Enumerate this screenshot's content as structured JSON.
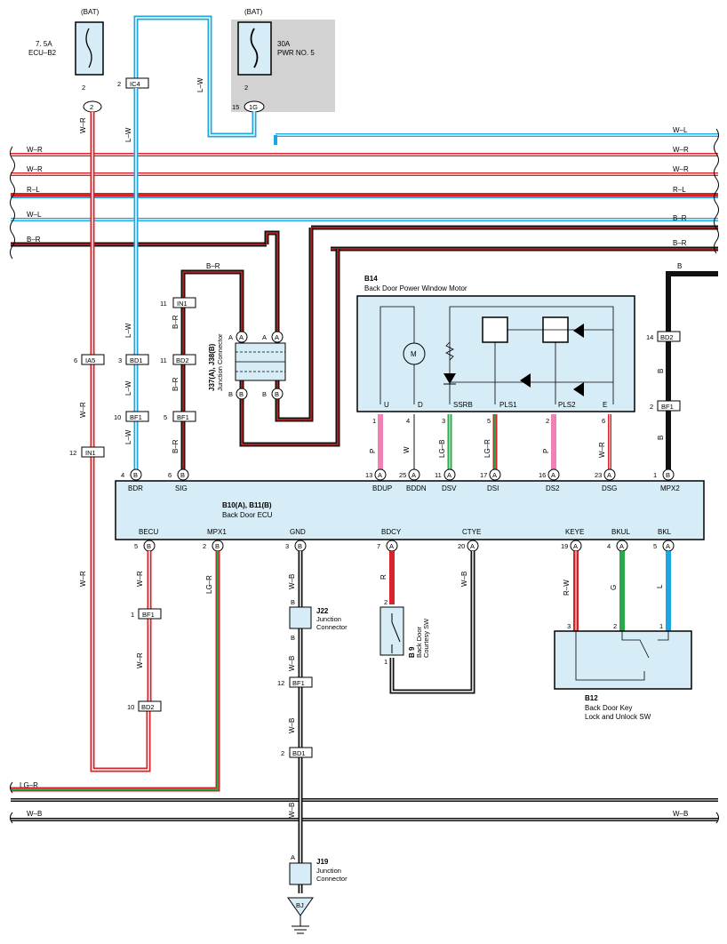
{
  "colors": {
    "red": "#d9232a",
    "blue": "#1da7e0",
    "green": "#2aa84a",
    "pink": "#ee82b4",
    "black": "#111111",
    "ecu_fill": "#d6ecf6",
    "grey_box": "#d2d2d2"
  },
  "fuses": {
    "left": {
      "source": "(BAT)",
      "rating": "7. 5A",
      "name": "ECU–B2",
      "pin": "2",
      "connector": "2"
    },
    "right": {
      "source": "(BAT)",
      "rating": "30A",
      "name": "PWR NO. 5",
      "pin": "2",
      "connector_pin": "15",
      "connector": "1G"
    }
  },
  "top_connector": {
    "pin": "2",
    "name": "IC4"
  },
  "wire_labels": {
    "lw_top": "L–W",
    "wr_left": "W–R",
    "lw_blue": "L–W",
    "wr_bus": "W–R",
    "wl_bus": "W–L"
  },
  "buses": [
    {
      "left": "",
      "right": "W–L"
    },
    {
      "left": "W–R",
      "right": "W–R"
    },
    {
      "left": "W–R",
      "right": "W–R"
    },
    {
      "left": "R–L",
      "right": "R–L"
    },
    {
      "left": "W–L",
      "right": "B–R"
    },
    {
      "left": "B–R",
      "right": "B–R"
    }
  ],
  "inline_connectors": [
    {
      "pin": "6",
      "name": "IA5"
    },
    {
      "pin": "3",
      "name": "BD1"
    },
    {
      "pin": "11",
      "name": "IN1"
    },
    {
      "pin": "11",
      "name": "BD2"
    },
    {
      "pin": "10",
      "name": "BF1"
    },
    {
      "pin": "5",
      "name": "BF1"
    },
    {
      "pin": "12",
      "name": "IN1"
    },
    {
      "pin": "14",
      "name": "BD2"
    },
    {
      "pin": "2",
      "name": "BF1"
    }
  ],
  "junction_j37": {
    "label": "J37(A), J38(B)",
    "sub": "Junction Connector",
    "a": "A",
    "b": "B",
    "wire": "B–R"
  },
  "motor": {
    "code": "B14",
    "name": "Back Door Power Window Motor",
    "terminals": [
      "U",
      "D",
      "SSRB",
      "PLS1",
      "PLS2",
      "E"
    ],
    "pins": [
      "1",
      "4",
      "3",
      "5",
      "2",
      "6"
    ],
    "wires": [
      "P",
      "W",
      "LG–B",
      "LG–R",
      "P",
      "W–R"
    ]
  },
  "ecu": {
    "code": "B10(A), B11(B)",
    "name": "Back Door ECU",
    "top_terms": [
      "BDR",
      "SIG",
      "BDUP",
      "BDDN",
      "DSV",
      "DSI",
      "DS2",
      "DSG",
      "MPX2"
    ],
    "top_pins": [
      "4",
      "6",
      "13",
      "25",
      "11",
      "17",
      "16",
      "23",
      "1"
    ],
    "top_letters": [
      "B",
      "B",
      "A",
      "A",
      "A",
      "A",
      "A",
      "A",
      "B"
    ],
    "bottom_terms": [
      "BECU",
      "MPX1",
      "GND",
      "BDCY",
      "CTYE",
      "KEYE",
      "BKUL",
      "BKL"
    ],
    "bottom_pins": [
      "5",
      "2",
      "3",
      "7",
      "20",
      "19",
      "4",
      "5"
    ],
    "bottom_letters": [
      "B",
      "B",
      "B",
      "A",
      "A",
      "A",
      "A",
      "A"
    ]
  },
  "mpx2_wire": "B",
  "left_wires": {
    "wr": "W–R",
    "lgr": "LG–R",
    "lw": "L–W",
    "br": "B–R"
  },
  "lower_connectors": [
    {
      "pin": "1",
      "name": "BF1"
    },
    {
      "pin": "10",
      "name": "BD2"
    },
    {
      "pin": "12",
      "name": "BF1"
    },
    {
      "pin": "2",
      "name": "BD1"
    }
  ],
  "j22": {
    "code": "J22",
    "name": "Junction Connector",
    "pin": "B",
    "wire": "W–B"
  },
  "j19": {
    "code": "J19",
    "name": "Junction Connector",
    "pin": "A"
  },
  "ground": "BJ",
  "b9": {
    "code": "B 9",
    "name": "Back Door Courtesy SW",
    "pin_top": "2",
    "pin_bot": "1",
    "wire": "R"
  },
  "ctye_wire": "W–B",
  "b12": {
    "code": "B12",
    "name": "Back Door Key Lock and Unlock SW",
    "pins": [
      "3",
      "2",
      "1"
    ],
    "wires": [
      "R–W",
      "G",
      "L"
    ]
  },
  "bottom_buses": [
    {
      "left": "LG–R",
      "right": ""
    },
    {
      "left": "W–B",
      "right": "W–B"
    }
  ]
}
